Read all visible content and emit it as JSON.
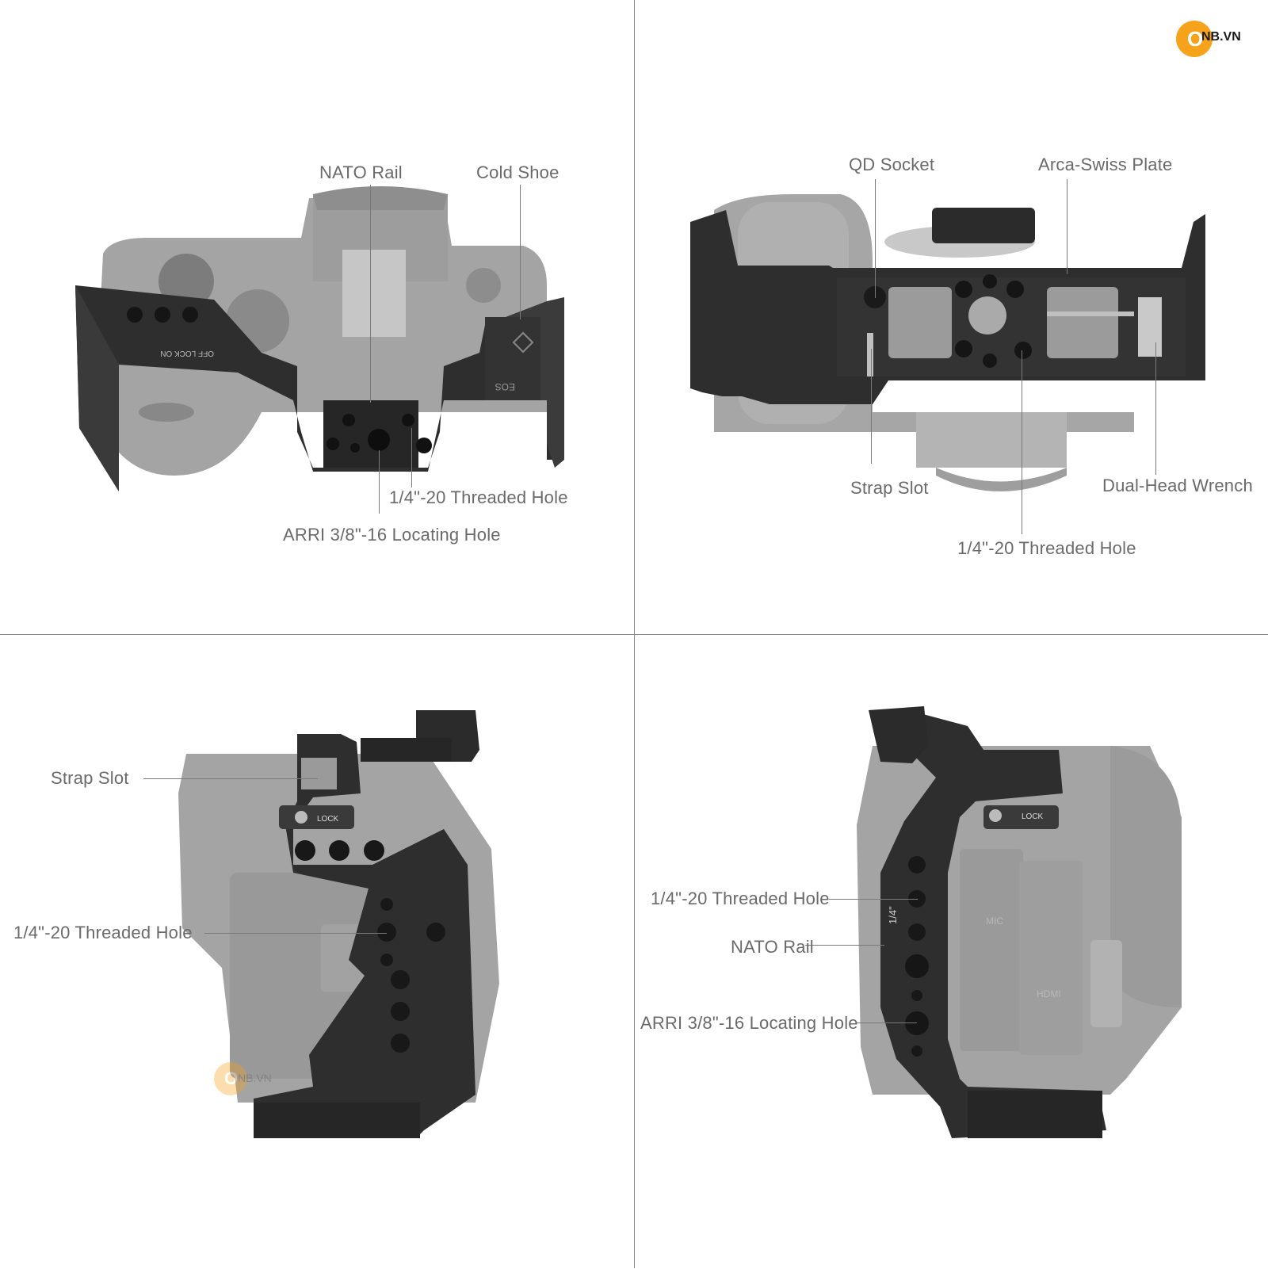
{
  "brand": {
    "logo_letter": "O",
    "logo_text": "NB.VN",
    "accent": "#f7a21b"
  },
  "panels": {
    "top_view": {
      "labels": {
        "nato_rail": "NATO Rail",
        "cold_shoe": "Cold Shoe",
        "threaded_hole": "1/4\"-20 Threaded Hole",
        "arri_hole": "ARRI 3/8\"-16 Locating Hole"
      },
      "engravings": {
        "lock": "OFF LOCK ON",
        "eos": "EOS"
      }
    },
    "bottom_view": {
      "labels": {
        "qd_socket": "QD Socket",
        "arca_plate": "Arca-Swiss Plate",
        "strap_slot": "Strap Slot",
        "wrench": "Dual-Head Wrench",
        "threaded_hole": "1/4\"-20 Threaded Hole"
      }
    },
    "left_side": {
      "labels": {
        "strap_slot": "Strap Slot",
        "threaded_hole": "1/4\"-20 Threaded Hole"
      },
      "engravings": {
        "lock": "LOCK"
      }
    },
    "right_side": {
      "labels": {
        "threaded_hole": "1/4\"-20 Threaded Hole",
        "nato_rail": "NATO Rail",
        "arri_hole": "ARRI 3/8\"-16 Locating Hole"
      },
      "engravings": {
        "lock": "LOCK",
        "size": "1/4\"",
        "mic": "MIC",
        "hdmi": "HDMI"
      }
    }
  }
}
